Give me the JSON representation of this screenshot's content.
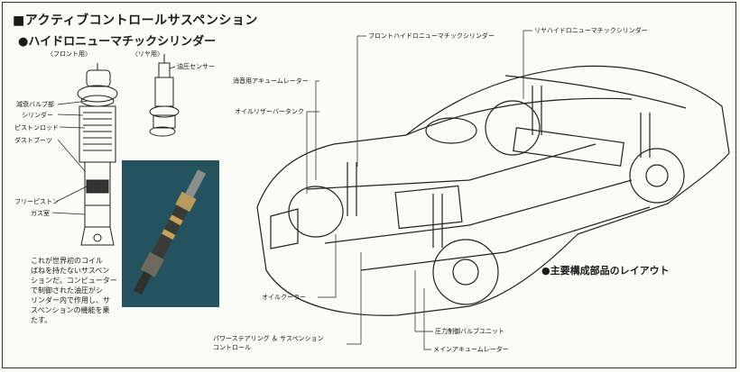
{
  "header": {
    "title": "■アクティブコントロールサスペンション",
    "subtitle": "●ハイドロニューマチックシリンダー"
  },
  "cylinder_labels": {
    "front_use": "〈フロント用〉",
    "rear_use": "〈リヤ用〉",
    "oil_pressure_sensor": "油圧センサー",
    "damping_valve": "減衰バルブ部",
    "cylinder": "シリンダー",
    "piston_rod": "ピストンロッド",
    "dust_boots": "ダストブーツ",
    "free_piston": "フリーピストン",
    "gas_chamber": "ガス室"
  },
  "caption": {
    "lines": [
      "これが世界初のコイル",
      "ばねを持たないサスペン",
      "ションだ。コンピューター",
      "で制御された油圧がシ",
      "リンダー内で作用し、サ",
      "スペンションの機能を果",
      "たす。"
    ]
  },
  "layout": {
    "title": "●主要構成部品のレイアウト",
    "labels": {
      "front_cylinder": "フロントハイドロニューマチックシリンダー",
      "rear_cylinder": "リヤハイドロニューマチックシリンダー",
      "damping_accumulator": "消音用アキュームレーター",
      "oil_reservoir_tank": "オイルリザーバータンク",
      "oil_cooler": "オイルクーラー",
      "power_steering": "パワーステアリング ＆ サスペンション",
      "power_steering_2": "コントロール",
      "pressure_valve_unit": "圧力制御バルブユニット",
      "main_accumulator": "メインアキュームレーター"
    }
  }
}
